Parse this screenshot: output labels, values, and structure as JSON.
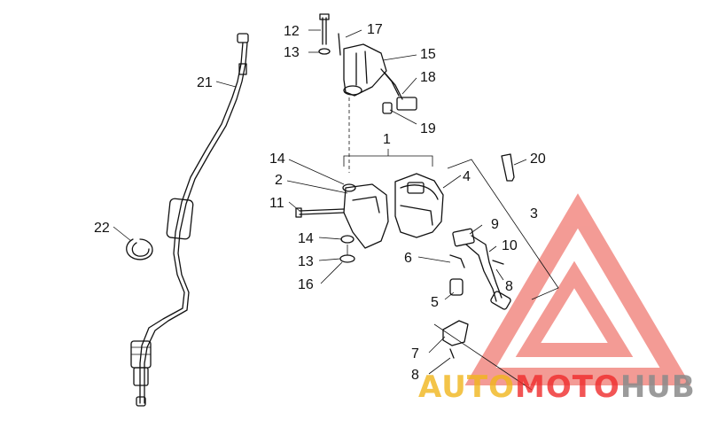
{
  "callouts": [
    {
      "id": "c1",
      "text": "1"
    },
    {
      "id": "c2",
      "text": "2"
    },
    {
      "id": "c3",
      "text": "3"
    },
    {
      "id": "c4",
      "text": "4"
    },
    {
      "id": "c5",
      "text": "5"
    },
    {
      "id": "c6",
      "text": "6"
    },
    {
      "id": "c7",
      "text": "7"
    },
    {
      "id": "c8a",
      "text": "8"
    },
    {
      "id": "c8b",
      "text": "8"
    },
    {
      "id": "c9",
      "text": "9"
    },
    {
      "id": "c10",
      "text": "10"
    },
    {
      "id": "c11",
      "text": "11"
    },
    {
      "id": "c12",
      "text": "12"
    },
    {
      "id": "c13a",
      "text": "13"
    },
    {
      "id": "c13b",
      "text": "13"
    },
    {
      "id": "c14a",
      "text": "14"
    },
    {
      "id": "c14b",
      "text": "14"
    },
    {
      "id": "c15",
      "text": "15"
    },
    {
      "id": "c16",
      "text": "16"
    },
    {
      "id": "c17",
      "text": "17"
    },
    {
      "id": "c18",
      "text": "18"
    },
    {
      "id": "c19",
      "text": "19"
    },
    {
      "id": "c20",
      "text": "20"
    },
    {
      "id": "c21",
      "text": "21"
    },
    {
      "id": "c22",
      "text": "22"
    }
  ],
  "watermark": {
    "word_part1": "AUTO",
    "word_part2": "MOTO",
    "word_part3": "HUB",
    "color_gold": "#f0b51c",
    "color_red": "#ef2a2a",
    "color_gray": "#8a8a8a",
    "logo_color": "#f07a72"
  }
}
